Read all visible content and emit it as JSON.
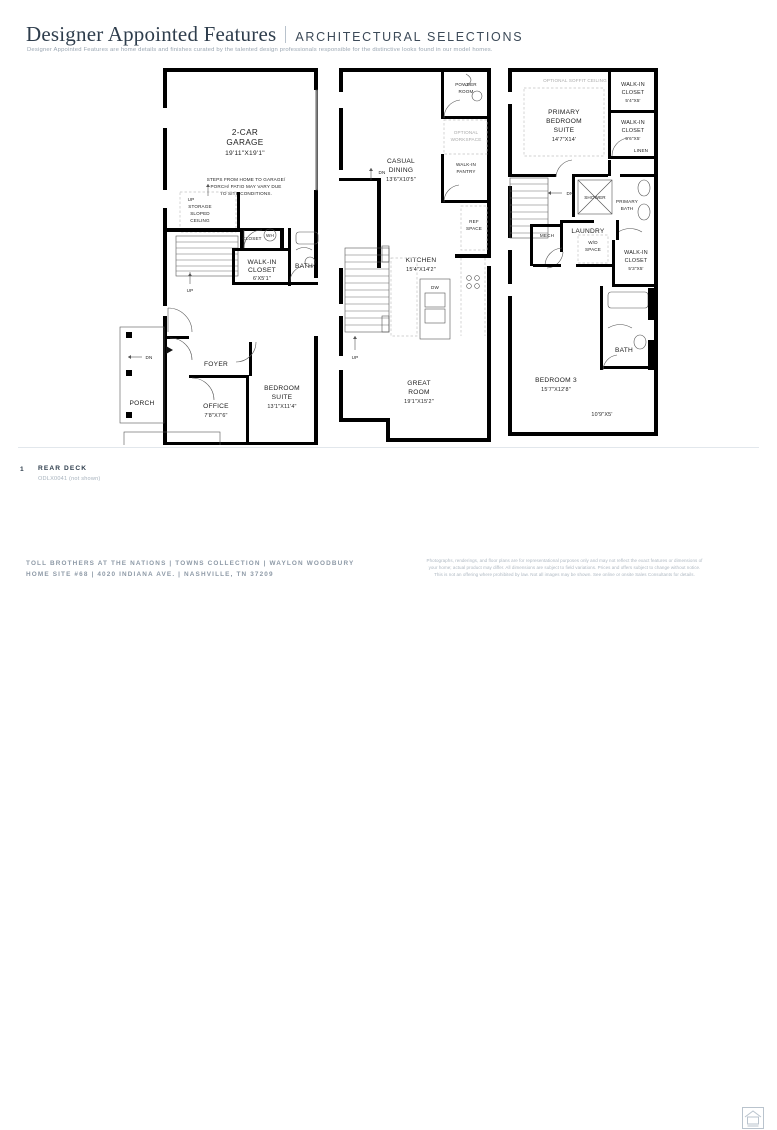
{
  "header": {
    "title_main": "Designer Appointed Features",
    "title_sub": "ARCHITECTURAL SELECTIONS",
    "subtitle": "Designer Appointed Features are home details and finishes curated by the talented design professionals responsible for the distinctive looks found in our model homes."
  },
  "floorplan": {
    "left_wing": {
      "garage": {
        "name": "2-CAR",
        "name2": "GARAGE",
        "dims": "19'11\"X19'1\""
      },
      "note": {
        "l1": "STEPS FROM HOME TO GARAGE/",
        "l2": "PORCH/ PATIO MAY VARY DUE",
        "l3": "TO SITE CONDITIONS."
      },
      "storage": {
        "l1": "STORAGE",
        "l2": "SLOPED",
        "l3": "CEILING"
      },
      "closet": "CLOSET",
      "water_heater": "WH",
      "walk_in_closet": {
        "name": "WALK-IN",
        "name2": "CLOSET",
        "dims": "6'X5'1\""
      },
      "bath": "BATH",
      "foyer": "FOYER",
      "porch": "PORCH",
      "office": {
        "name": "OFFICE",
        "dims": "7'8\"X7'6\""
      },
      "bedroom_suite": {
        "name": "BEDROOM",
        "name2": "SUITE",
        "dims": "13'1\"X11'4\""
      },
      "up1": "UP",
      "up2": "UP",
      "dn1": "DN"
    },
    "center_wing": {
      "casual_dining": {
        "name": "CASUAL",
        "name2": "DINING",
        "dims": "13'6\"X10'5\""
      },
      "powder_room": {
        "l1": "POWDER",
        "l2": "ROOM"
      },
      "optional_workspace": {
        "l1": "OPTIONAL",
        "l2": "WORKSPACE"
      },
      "walk_in_pantry": {
        "l1": "WALK-IN",
        "l2": "PANTRY"
      },
      "kitchen": {
        "name": "KITCHEN",
        "dims": "15'4\"X14'2\""
      },
      "ref_space": {
        "l1": "REF",
        "l2": "SPACE"
      },
      "dishwasher": "DW",
      "great_room": {
        "name": "GREAT",
        "name2": "ROOM",
        "dims": "19'1\"X15'2\""
      },
      "dn": "DN",
      "up": "UP"
    },
    "right_wing": {
      "optional_soffit": "OPTIONAL SOFFIT CEILING",
      "primary_bedroom": {
        "name": "PRIMARY",
        "name2": "BEDROOM",
        "name3": "SUITE",
        "dims": "14'7\"X14'"
      },
      "walk_in_closet_1": {
        "name": "WALK-IN",
        "name2": "CLOSET",
        "dims": "5'4\"X5'"
      },
      "walk_in_closet_2": {
        "name": "WALK-IN",
        "name2": "CLOSET",
        "dims": "5'6\"X5'"
      },
      "linen": "LINEN",
      "shower": "SHOWER",
      "primary_bath": {
        "l1": "PRIMARY",
        "l2": "BATH"
      },
      "mech": "MECH",
      "laundry": {
        "name": "LAUNDRY",
        "l2": "W/D",
        "l3": "SPACE"
      },
      "walk_in_closet_3": {
        "name": "WALK-IN",
        "name2": "CLOSET",
        "dims": "5'3\"X5'"
      },
      "bedroom_3": {
        "name": "BEDROOM 3",
        "dims": "15'7\"X12'8\""
      },
      "bath": "BATH",
      "deck_dims": "10'9\"X5'",
      "dn": "DN"
    }
  },
  "legend": [
    {
      "number": "1",
      "name": "REAR DECK",
      "code": "ODLX0041 (not shown)"
    }
  ],
  "footer": {
    "line1": "TOLL BROTHERS AT THE NATIONS  |  TOWNS COLLECTION  |  WAYLON WOODBURY",
    "line2": "HOME SITE #68  |  4020 INDIANA AVE. |  NASHVILLE, TN 37209",
    "disclaimer1": "Photographs, renderings, and floor plans are for representational purposes only and may not reflect the exact features or dimensions of",
    "disclaimer2": "your home; actual product may differ. All dimensions are subject to field variations. Prices and offers subject to change without notice.",
    "disclaimer3": "This is not an offering where prohibited by law. Not all images may be shown. See online or onsite Sales Consultants for details."
  },
  "colors": {
    "title": "#2e3d4c",
    "muted": "#9aa6b2",
    "wall": "#000000",
    "thin_line": "#4a4a4a",
    "dashed": "#c9c9c9"
  }
}
